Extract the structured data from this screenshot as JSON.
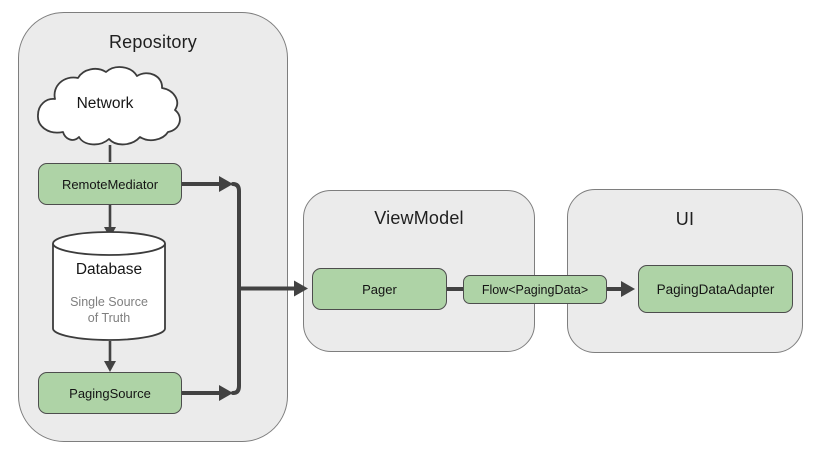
{
  "diagram": {
    "repository": {
      "title": "Repository",
      "network_label": "Network",
      "remote_mediator_label": "RemoteMediator",
      "database_label": "Database",
      "database_sublabel": "Single Source of Truth",
      "paging_source_label": "PagingSource"
    },
    "viewmodel": {
      "title": "ViewModel",
      "pager_label": "Pager"
    },
    "flow_label": "Flow<PagingData>",
    "ui": {
      "title": "UI",
      "paging_data_adapter_label": "PagingDataAdapter"
    },
    "colors": {
      "container_fill": "#ebebeb",
      "container_border": "#7e7e7e",
      "node_fill": "#aed3a6",
      "node_border": "#4d4d4d",
      "arrow": "#424242",
      "shape_fill": "#ffffff",
      "shape_outline": "#3c3c3c",
      "muted_text": "#7f7f7f"
    }
  }
}
